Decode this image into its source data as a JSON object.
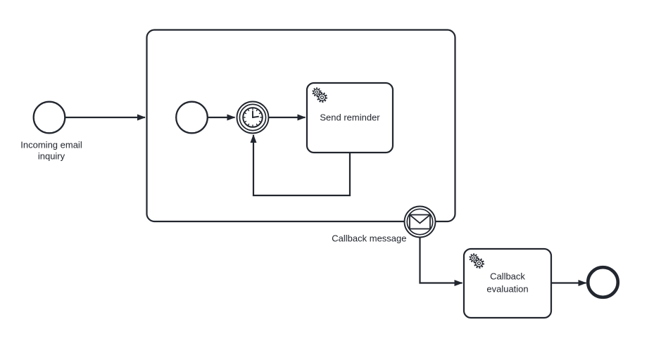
{
  "colors": {
    "stroke": "#22262e",
    "fill": "#ffffff",
    "background": "#ffffff"
  },
  "nodes": {
    "incoming_start_event": {
      "type": "start-event",
      "label_line1": "Incoming email",
      "label_line2": "inquiry"
    },
    "subprocess": {
      "type": "expanded-subprocess"
    },
    "inner_start_event": {
      "type": "start-event"
    },
    "timer_event": {
      "type": "intermediate-timer-catch-event",
      "icon": "clock-icon"
    },
    "send_reminder_task": {
      "type": "service-task",
      "icon": "gears-icon",
      "label": "Send reminder"
    },
    "callback_boundary_event": {
      "type": "message-boundary-event",
      "icon": "envelope-icon",
      "label": "Callback message"
    },
    "callback_evaluation_task": {
      "type": "service-task",
      "icon": "gears-icon",
      "label_line1": "Callback",
      "label_line2": "evaluation"
    },
    "end_event": {
      "type": "end-event"
    }
  },
  "flows": [
    {
      "from": "incoming_start_event",
      "to": "subprocess"
    },
    {
      "from": "inner_start_event",
      "to": "timer_event"
    },
    {
      "from": "timer_event",
      "to": "send_reminder_task"
    },
    {
      "from": "send_reminder_task",
      "to": "timer_event"
    },
    {
      "from": "callback_boundary_event",
      "to": "callback_evaluation_task"
    },
    {
      "from": "callback_evaluation_task",
      "to": "end_event"
    }
  ]
}
